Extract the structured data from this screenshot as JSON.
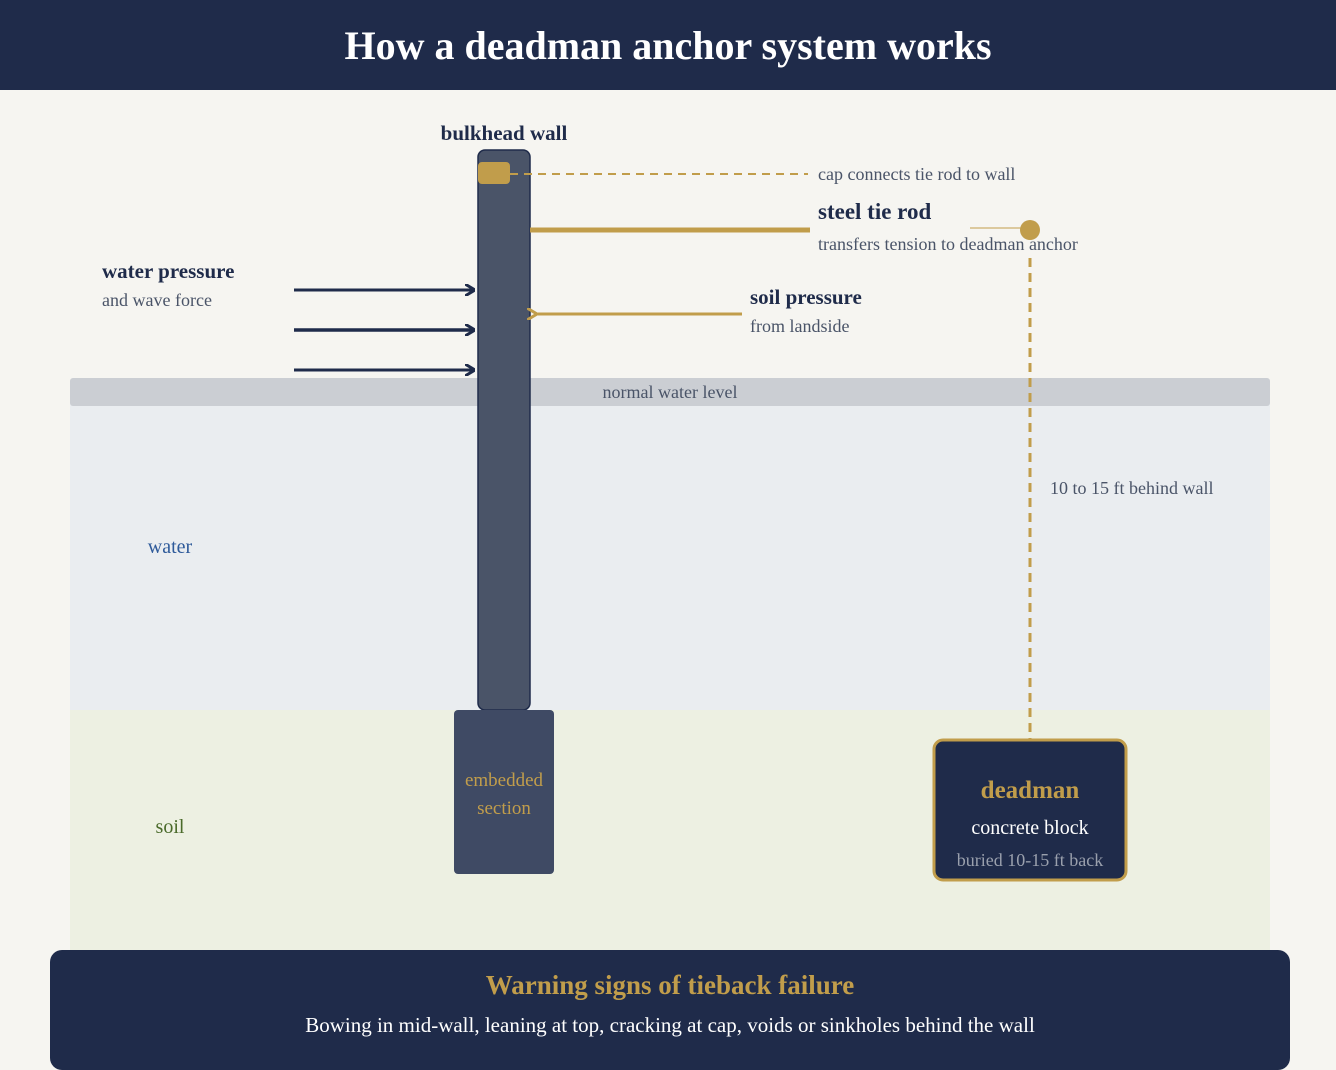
{
  "title": "How a deadman anchor system works",
  "labels": {
    "bulkhead_wall": "bulkhead wall",
    "cap_note": "cap connects tie rod to wall",
    "tie_rod_title": "steel tie rod",
    "tie_rod_sub": "transfers tension to deadman anchor",
    "water_pressure_title": "water pressure",
    "water_pressure_sub": "and wave force",
    "soil_pressure_title": "soil pressure",
    "soil_pressure_sub": "from landside",
    "water_level": "normal water level",
    "distance": "10 to 15 ft behind wall",
    "water": "water",
    "soil": "soil",
    "embedded_1": "embedded",
    "embedded_2": "section",
    "deadman_title": "deadman",
    "deadman_sub": "concrete block",
    "deadman_note": "buried 10-15 ft back"
  },
  "warning": {
    "title": "Warning signs of tieback failure",
    "text": "Bowing in mid-wall, leaning at top, cracking at cap, voids or sinkholes behind the wall"
  },
  "colors": {
    "navy": "#1f2b4a",
    "gold": "#c19d4b",
    "wall": "#4a5468",
    "water": "#eaedf0",
    "soil": "#edf0e2"
  }
}
